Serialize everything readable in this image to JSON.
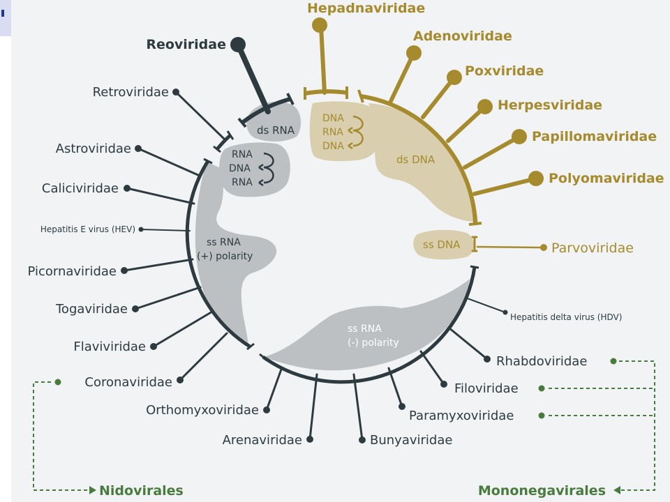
{
  "colors": {
    "rna": "#2d3b41",
    "dna": "#a58a2e",
    "rna_fill": "#bcc0c3",
    "dna_fill": "#d9cfae",
    "order": "#4a7b3e"
  },
  "regions": {
    "ds_rna": "ds RNA",
    "ss_rna_pos_line1": "ss RNA",
    "ss_rna_pos_line2": "(+) polarity",
    "ss_rna_neg_line1": "ss RNA",
    "ss_rna_neg_line2": "(-) polarity",
    "ds_dna": "ds DNA",
    "ss_dna": "ss DNA",
    "rt_rna": [
      "RNA",
      "DNA",
      "RNA"
    ],
    "rt_dna": [
      "DNA",
      "RNA",
      "DNA"
    ]
  },
  "families": {
    "reoviridae": "Reoviridae",
    "hepadnaviridae": "Hepadnaviridae",
    "adenoviridae": "Adenoviridae",
    "poxviridae": "Poxviridae",
    "herpesviridae": "Herpesviridae",
    "papillomaviridae": "Papillomaviridae",
    "polyomaviridae": "Polyomaviridae",
    "parvoviridae": "Parvoviridae",
    "retroviridae": "Retroviridae",
    "astroviridae": "Astroviridae",
    "caliciviridae": "Caliciviridae",
    "hev": "Hepatitis E virus (HEV)",
    "picornaviridae": "Picornaviridae",
    "togaviridae": "Togaviridae",
    "flaviviridae": "Flaviviridae",
    "coronaviridae": "Coronaviridae",
    "orthomyxoviridae": "Orthomyxoviridae",
    "arenaviridae": "Arenaviridae",
    "bunyaviridae": "Bunyaviridae",
    "paramyxoviridae": "Paramyxoviridae",
    "filoviridae": "Filoviridae",
    "rhabdoviridae": "Rhabdoviridae",
    "hdv": "Hepatitis delta virus (HDV)"
  },
  "orders": {
    "nidovirales": "Nidovirales",
    "mononegavirales": "Mononegavirales"
  }
}
